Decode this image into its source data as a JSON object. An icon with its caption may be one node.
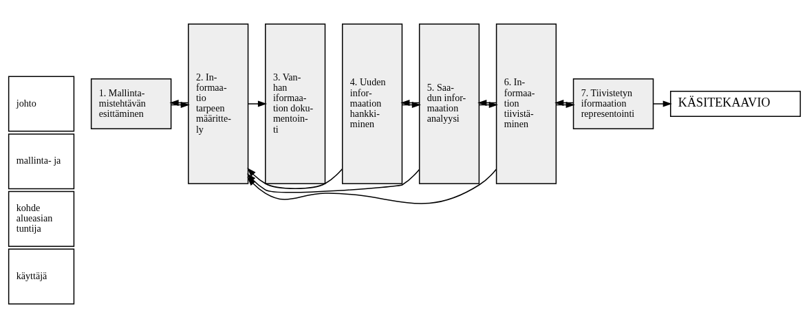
{
  "diagram": {
    "nodes": [
      {
        "text": [
          "johto"
        ]
      },
      {
        "text": [
          "mallinta- ja"
        ]
      },
      {
        "text": [
          "kohde alueasian tuntija"
        ]
      },
      {
        "text": [
          "käyttäjä"
        ]
      },
      {
        "text": [
          "1. Mallinta- mistehtävän esittäminen"
        ]
      },
      {
        "text": [
          "2. In- formaa- tio tarpeen määritte- ly"
        ]
      },
      {
        "text": [
          "3. Van- han iformaa- tion doku- mentoin- ti"
        ]
      },
      {
        "text": [
          "4. Uuden infor- maation hankki- minen"
        ]
      },
      {
        "text": [
          "5. Saa- dun infor- maation analyysi"
        ]
      },
      {
        "text": [
          "6. In- formaa- tion tiivistä- minen"
        ]
      },
      {
        "text": [
          "7. Tiivistetyn iformaation representointi"
        ]
      },
      {
        "text": [
          "KÄSITEKAAVIO"
        ]
      }
    ],
    "edges": [
      {
        "from": 4,
        "to": 5,
        "arrow": "to"
      },
      {
        "from": 5,
        "to": 4,
        "arrow": "to"
      },
      {
        "from": 5,
        "to": 6,
        "arrow": "to"
      },
      {
        "from": 7,
        "to": 8,
        "arrow": "to"
      },
      {
        "from": 8,
        "to": 9,
        "arrow": "to"
      },
      {
        "from": 9,
        "to": 10,
        "arrow": "to"
      },
      {
        "from": 10,
        "to": 11,
        "arrow": "to"
      },
      {
        "from": 7,
        "to": 5,
        "arrow": "to"
      },
      {
        "from": 8,
        "to": 5,
        "arrow": "to"
      },
      {
        "from": 9,
        "to": 5,
        "arrow": "to"
      },
      {
        "from": 8,
        "to": 7,
        "arrow": "to"
      },
      {
        "from": 9,
        "to": 8,
        "arrow": "to"
      },
      {
        "from": 10,
        "to": 9,
        "arrow": "to"
      }
    ]
  }
}
